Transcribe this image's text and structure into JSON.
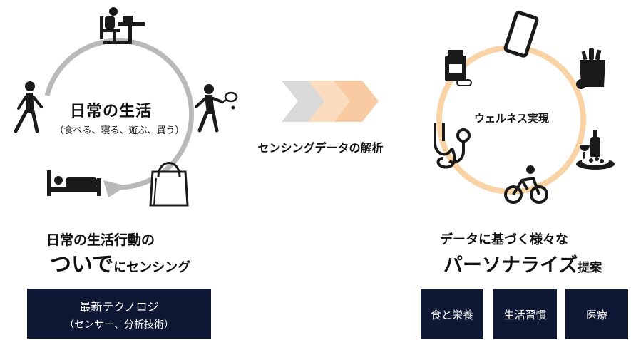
{
  "daily_life": {
    "title": "日常の生活",
    "subtitle": "（食べる、寝る、遊ぶ、買う）"
  },
  "analysis": {
    "label": "センシングデータの解析"
  },
  "wellness": {
    "title": "ウェルネス実現"
  },
  "left_caption": {
    "line1": "日常の生活行動の",
    "emphasis": "ついで",
    "suffix": "にセンシング"
  },
  "tech_box": {
    "line1": "最新テクノロジ",
    "line2": "（センサー、分析技術）"
  },
  "right_caption": {
    "line1": "データに基づく様々な",
    "emphasis": "パーソナライズ",
    "suffix": "提案"
  },
  "proposals": [
    "食と栄養",
    "生活習慣",
    "医療"
  ],
  "colors": {
    "cycle_arrow": "#b9b9b9",
    "wellness_ring": "#f9d3a6",
    "chevron_gray": "#d9d9d9",
    "chevron_orange": "#f8cba2",
    "navy": "#0e1733"
  },
  "icons": {
    "left_cycle": [
      "desk-worker-icon",
      "tennis-player-icon",
      "shopping-bag-icon",
      "bed-icon",
      "walking-person-icon"
    ],
    "right_ring": [
      "smartphone-icon",
      "grocery-bag-icon",
      "wine-meal-icon",
      "cyclist-icon",
      "stethoscope-icon",
      "medicine-bottle-icon"
    ]
  }
}
